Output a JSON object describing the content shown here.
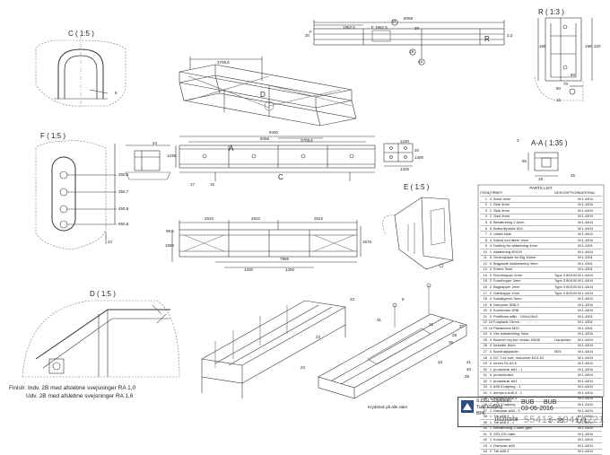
{
  "views": {
    "c_label": "C ( 1:5 )",
    "r_label": "R ( 1:3 )",
    "f_label": "F ( 1:5 )",
    "aa_label": "A-A ( 1:35 )",
    "e_label": "E ( 1:5 )",
    "d_label": "D ( 1:5 )",
    "sec_a": "A",
    "sec_c": "C",
    "sec_d": "D",
    "sec_r": "R",
    "sec_f": "F"
  },
  "dimensions": {
    "top_total": "8058",
    "top_1962": "1962,5",
    "top_f1962": "F 1962,5",
    "top_b": "20",
    "top_c": "3,3",
    "iso_3709": "3709,6",
    "plan_8400": "8400",
    "plan_8058": "8058",
    "plan_3709": "3709,6",
    "plan_1235": "1235",
    "side_2622a": "2622",
    "side_2622b": "2622",
    "side_2622c": "2622",
    "side_7865": "7865",
    "side_1200a": "1200",
    "side_1200b": "1200",
    "side_1550": "1550",
    "side_1676": "1676",
    "side_99": "99,5",
    "f_250": "250,6",
    "f_350": "350,7",
    "f_450": "450,8",
    "f_550": "550,8",
    "e_1230": "1230",
    "e_1326": "1326",
    "e_20": "20",
    "e_1400": "1400",
    "r_180": "180",
    "r_199": "199",
    "r_220": "220",
    "r_60": "60",
    "r_70": "70",
    "r_80": "80",
    "aa_65": "65"
  },
  "balloons": {
    "n3": "3",
    "n5": "5",
    "n24": "24",
    "n25": "25",
    "n17": "17",
    "n15": "15",
    "n30": "30",
    "n19": "19",
    "n16": "16",
    "n14": "14",
    "n23": "23",
    "n8": "8",
    "n33": "33",
    "n36": "36",
    "n37": "37",
    "n21": "21",
    "n31": "31",
    "n28": "28",
    "n39": "39",
    "n36b": "36",
    "n40": "40",
    "n41": "41",
    "n22": "22"
  },
  "notes": {
    "krydsbuk": "Krydsbuk på alle sider"
  },
  "parts_list": {
    "title": "PARTS LIST",
    "headers": [
      "ITEM",
      "QTY",
      "PART",
      "DESCRIPTION",
      "MATERIAL"
    ],
    "rows": [
      [
        "1",
        "4",
        "Bund 4mm",
        "",
        "W.1.4404"
      ],
      [
        "2",
        "1",
        "Side 4mm",
        "",
        "W.1.4404"
      ],
      [
        "3",
        "1",
        "Side 4mm",
        "",
        "W.1.4404"
      ],
      [
        "4",
        "2",
        "Gavl 4mm",
        "",
        "W.1.4404"
      ],
      [
        "5",
        "8",
        "Beklædning 2,5mm",
        "",
        "W.1.4404"
      ],
      [
        "6",
        "3",
        "Buttonflyvliste Ø11",
        "",
        "W.1.4404"
      ],
      [
        "7",
        "4",
        "Udløb kiste",
        "",
        "W.1.4404"
      ],
      [
        "8",
        "4",
        "Kisted ved føtrer 3mm",
        "",
        "W.1.4404"
      ],
      [
        "9",
        "4",
        "Dobling for afdækning 4mm",
        "",
        "W.1.4301"
      ],
      [
        "10",
        "1",
        "Afdækning 80X20",
        "",
        "W.1.4404"
      ],
      [
        "11",
        "5",
        "Gevindplade for iBg 15mm",
        "",
        "W.1.4301"
      ],
      [
        "12",
        "4",
        "Bagplade indslæbning 3mm",
        "",
        "W.1.4301"
      ],
      [
        "13",
        "2",
        "Knees 3mm",
        "",
        "W.1.4301"
      ],
      [
        "14",
        "2",
        "Rundhopper 2mm",
        "Type 3 80/100",
        "W.1.4404"
      ],
      [
        "15",
        "2",
        "Fronthoppe 2mm",
        "Type 3 80/100",
        "W.1.4404"
      ],
      [
        "16",
        "2",
        "Bagkapper 2mm",
        "Type 3 80/100",
        "W.1.4404"
      ],
      [
        "17",
        "2",
        "Galvkappe 2mm",
        "Type 3 80/100",
        "W.1.4404"
      ],
      [
        "18",
        "4",
        "Kanaltgerne 3mm",
        "",
        "W.1.4404"
      ],
      [
        "19",
        "8",
        "Dampner Ø48,3",
        "",
        "W.1.4404"
      ],
      [
        "20",
        "4",
        "Kondenser Ø38",
        "",
        "W.1.4404"
      ],
      [
        "21",
        "2",
        "Profilbars stålx - 100x100x3",
        "",
        "W.1.4301"
      ],
      [
        "22",
        "10",
        "Fodplade 10mm",
        "",
        "W.1.4301"
      ],
      [
        "23",
        "10",
        "Plasteneko M20",
        "",
        "W.1.4301"
      ],
      [
        "24",
        "4",
        "Ves indslæbning 3mm",
        "",
        "W.1.4404"
      ],
      [
        "25",
        "4",
        "Baumer nej-bor niveau DN38",
        "Liquiphant",
        "W.1.4404"
      ],
      [
        "26",
        "4",
        "Inrketter 8mm",
        "",
        "W.1.4404"
      ],
      [
        "27",
        "4",
        "Bundhøjsplader",
        "Ø25",
        "W.1.4404"
      ],
      [
        "28",
        "4",
        "DC T-ce sort, reduceret 63,5-51",
        "",
        "W.1.4404"
      ],
      [
        "29",
        "4",
        "Innrex 51-63,5",
        "",
        "W.1.4404"
      ],
      [
        "30",
        "1",
        "produktrør ø51 - 1",
        "",
        "W.1.4404"
      ],
      [
        "31",
        "4",
        "produktrubor",
        "",
        "W.1.4404"
      ],
      [
        "32",
        "1",
        "produktrør ø51",
        "",
        "W.1.4404"
      ],
      [
        "33",
        "4",
        "ø48,3 bøjning - 1",
        "",
        "W.1.4404"
      ],
      [
        "34",
        "1",
        "dampror ø48,3 - 1",
        "",
        "W.1.4404"
      ],
      [
        "35",
        "4",
        "dampror ø48,3",
        "",
        "W.1.4404"
      ],
      [
        "36",
        "2",
        "ø48,3 bøjning",
        "",
        "W.1.4404"
      ],
      [
        "37",
        "1",
        "Damprør ø48 - 3",
        "",
        "W.1.4404"
      ],
      [
        "38",
        "1",
        "Tæ ø48,3 - 1",
        "",
        "W.1.4404"
      ],
      [
        "39",
        "1",
        "Tæ ø48,3 - 1",
        "",
        "W.1.4404"
      ],
      [
        "40",
        "1",
        "Beklædning 2,5mm gavl",
        "",
        "W.1.4404"
      ],
      [
        "41",
        "5",
        "DS1.DS møle",
        "",
        "W.1.4404"
      ],
      [
        "42",
        "1",
        "Kondenser",
        "",
        "W.1.4404"
      ],
      [
        "43",
        "1",
        "Damprør ø48",
        "",
        "W.1.4404"
      ],
      [
        "44",
        "2",
        "Tæ ø48,3",
        "",
        "W.1.4404"
      ]
    ]
  },
  "title_block": {
    "company": "S.OGL Supedeko",
    "project": "Tulip Esbjerg",
    "name": "BPK",
    "drawing_no": "1012103/08",
    "scale": "1 : 25",
    "sheet": "1 / 1",
    "date": "03-06-2016",
    "drawn": "BUB",
    "approved": "BUB"
  },
  "finish": {
    "line1": "Finish: Indv.  2B med afslebne svejsninger RA 1,0",
    "line2": "Udv.  2B med afslebne svejsninger RA 1,6"
  },
  "watermark": "55413-19414221"
}
